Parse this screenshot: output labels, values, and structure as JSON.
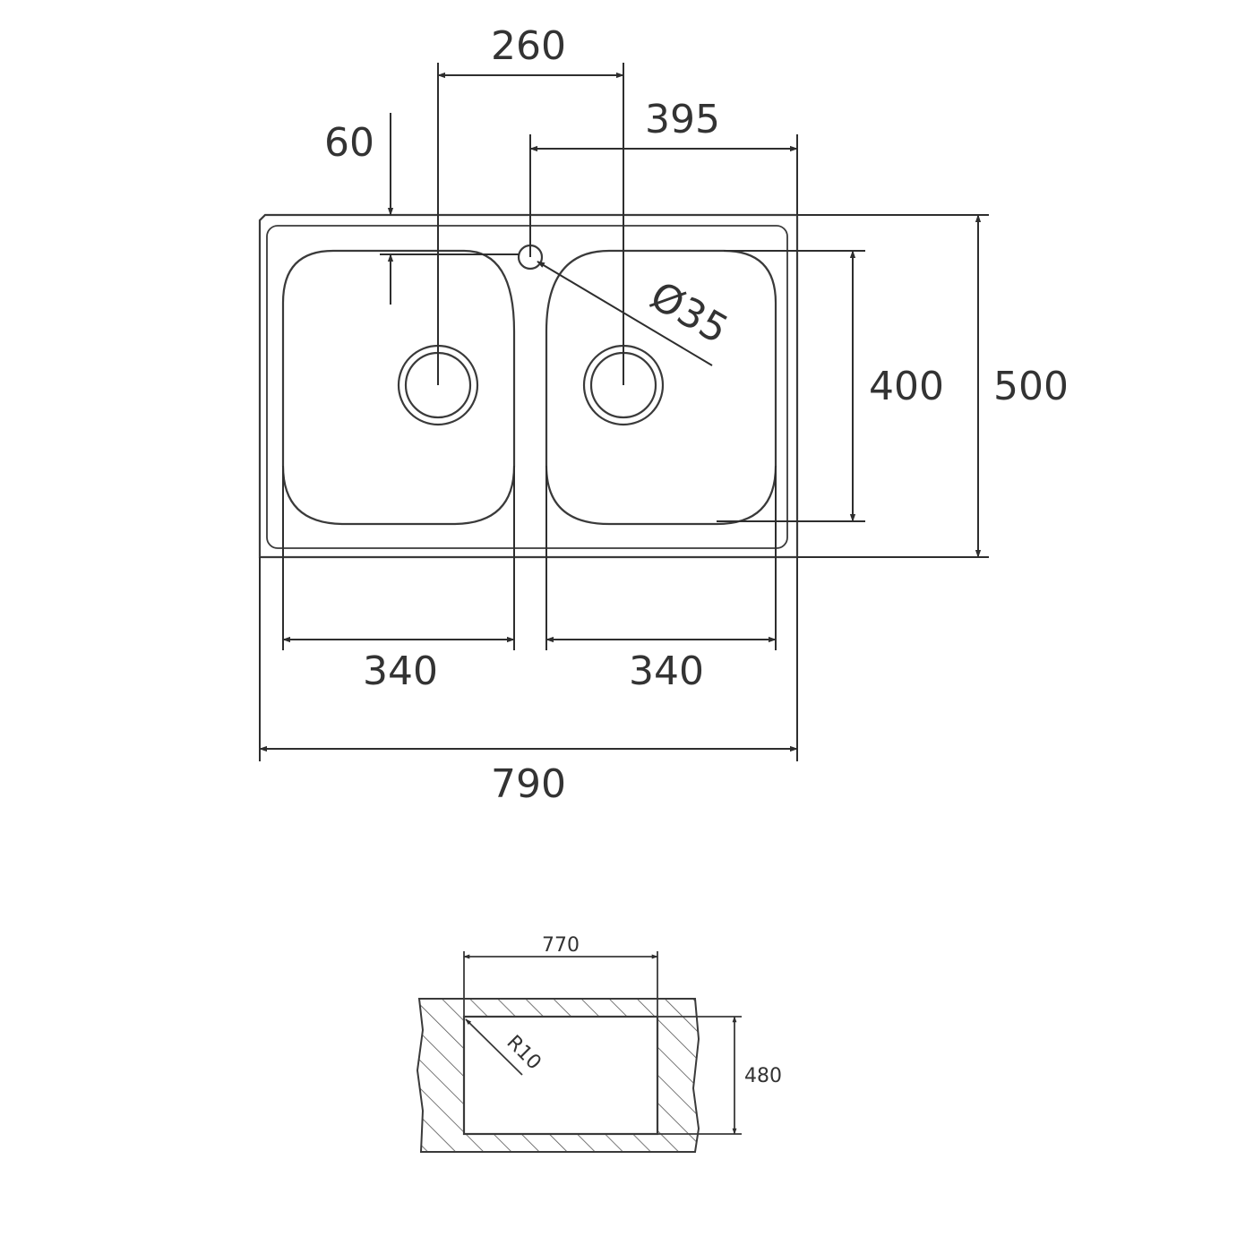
{
  "top_view": {
    "dimensions": {
      "drain_spacing": "260",
      "tap_hole_offset": "395",
      "edge_to_drain_axis": "60",
      "tap_hole_diameter": "Ø35",
      "bowl_depth": "400",
      "overall_depth": "500",
      "left_bowl_width": "340",
      "right_bowl_width": "340",
      "overall_width": "790"
    }
  },
  "cutout_view": {
    "dimensions": {
      "cutout_width": "770",
      "cutout_depth": "480",
      "corner_radius": "R10"
    }
  }
}
